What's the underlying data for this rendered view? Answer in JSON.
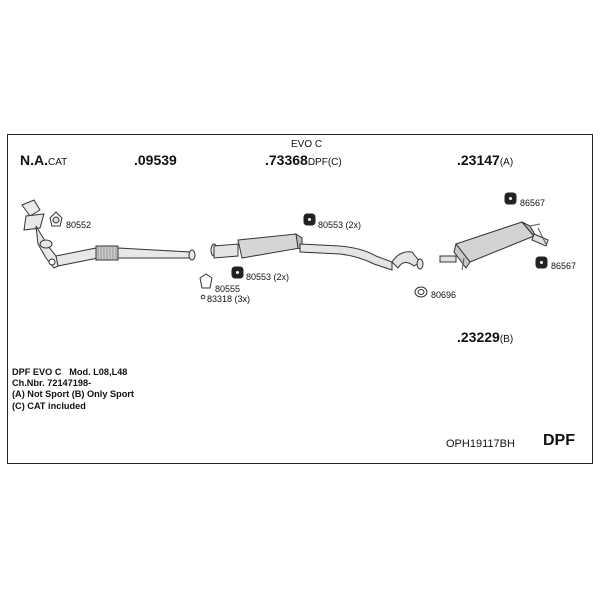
{
  "parts": {
    "na_cat": {
      "code": "N.A.",
      "suffix": "CAT"
    },
    "p09539": {
      "code": ".09539"
    },
    "evo_label": "EVO C",
    "p73368": {
      "code": ".73368",
      "suffix": "DPF(C)"
    },
    "p23147": {
      "code": ".23147",
      "suffix": "(A)"
    },
    "p23229": {
      "code": ".23229",
      "suffix": "(B)"
    }
  },
  "hardware": {
    "h80552": "80552",
    "h80553_top": "80553 (2x)",
    "h80553_bottom": "80553 (2x)",
    "h80555": "80555",
    "h83318": "83318 (3x)",
    "h86567_top": "86567",
    "h86567_bottom": "86567",
    "h80696": "80696"
  },
  "notes": {
    "line1_a": "DPF EVO C",
    "line1_b": "Mod. L08,L48",
    "line2": "Ch.Nbr. 72147198-",
    "line3": "(A) Not Sport (B) Only Sport",
    "line4": "(C) CAT included"
  },
  "footer": {
    "model_code": "OPH19117BH",
    "type": "DPF"
  }
}
